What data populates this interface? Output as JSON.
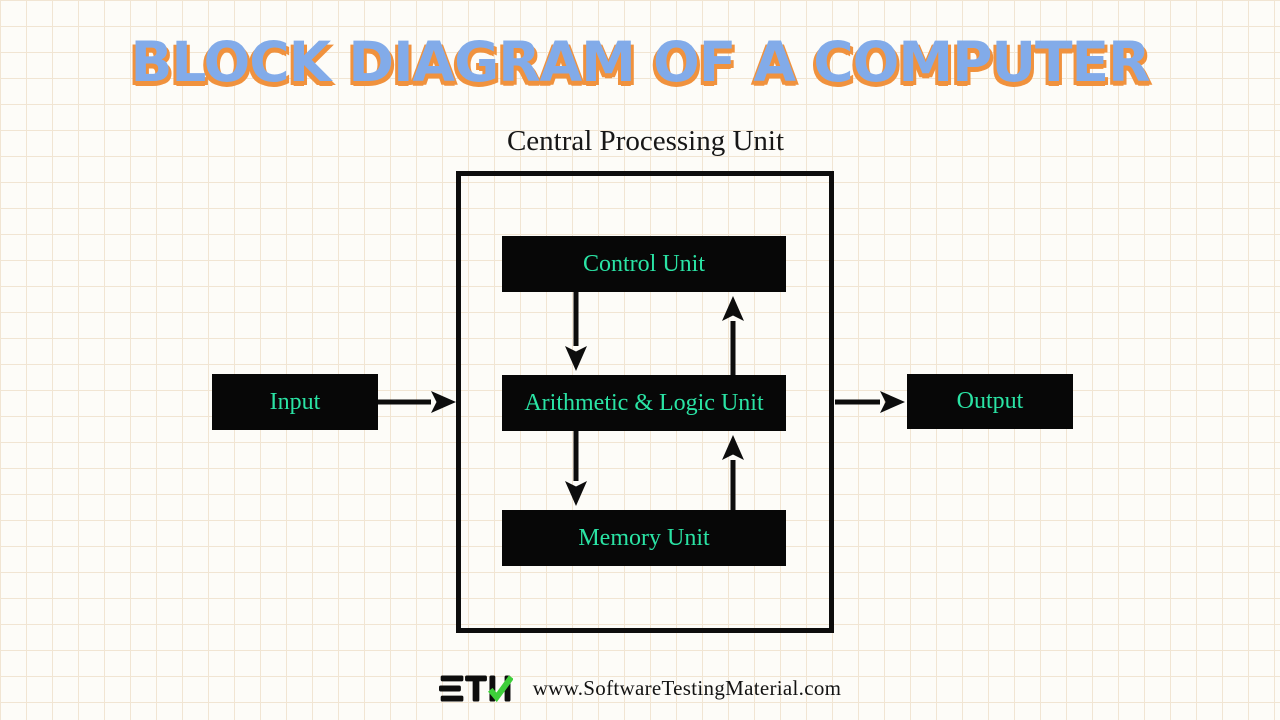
{
  "title": "BLOCK DIAGRAM OF A COMPUTER",
  "cpu": {
    "label": "Central Processing Unit"
  },
  "blocks": {
    "control": "Control Unit",
    "alu": "Arithmetic & Logic Unit",
    "memory": "Memory Unit",
    "input": "Input",
    "output": "Output"
  },
  "connections": [
    {
      "from": "Input",
      "to": "CPU"
    },
    {
      "from": "CPU",
      "to": "Output"
    },
    {
      "from": "Control Unit",
      "to": "Arithmetic & Logic Unit"
    },
    {
      "from": "Arithmetic & Logic Unit",
      "to": "Control Unit"
    },
    {
      "from": "Arithmetic & Logic Unit",
      "to": "Memory Unit"
    },
    {
      "from": "Memory Unit",
      "to": "Arithmetic & Logic Unit"
    }
  ],
  "footer": {
    "logo_text": "STM",
    "url": "www.SoftwareTestingMaterial.com"
  },
  "colors": {
    "background": "#fdfcf8",
    "grid_line": "#f1e5d3",
    "title_blue": "#82abe9",
    "title_orange": "#f0923e",
    "block_bg": "#070707",
    "block_text": "#2ae3a4",
    "line_black": "#0d0d0d",
    "logo_green": "#3ecf3a"
  }
}
